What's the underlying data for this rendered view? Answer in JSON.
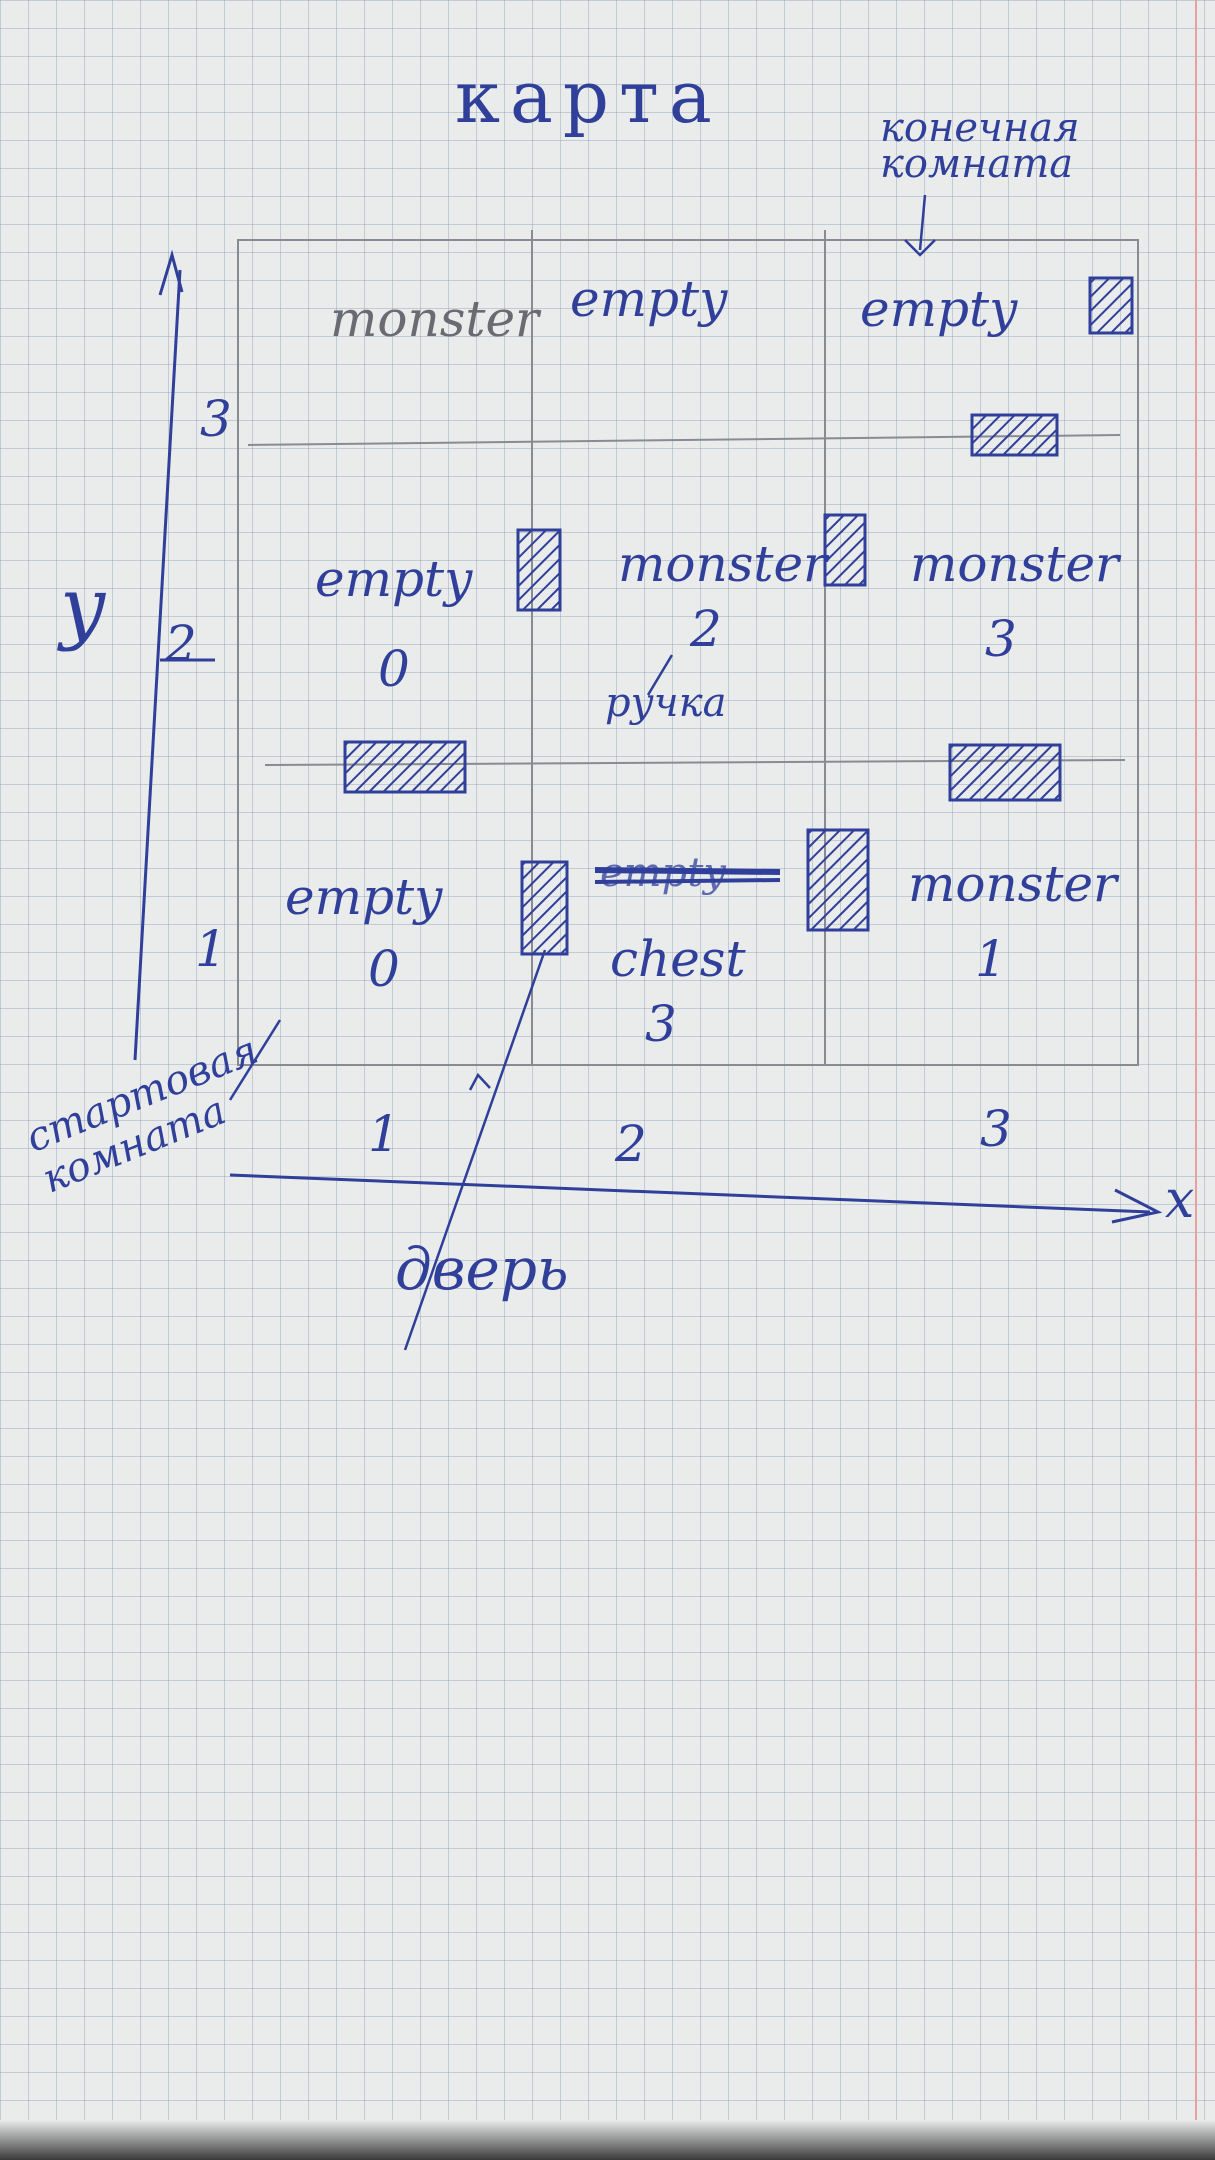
{
  "title": "карта",
  "end_room_label": "конечная комната",
  "start_room_label": "стартовая комната",
  "door_label": "дверь",
  "handle_label": "ручка",
  "y_axis_label": "y",
  "x_axis_label": "x",
  "x_ticks": [
    "1",
    "2",
    "3"
  ],
  "y_ticks": [
    "1",
    "2",
    "3"
  ],
  "rooms": {
    "r3c1": {
      "label": "monster",
      "value": ""
    },
    "r3c2": {
      "label": "empty",
      "value": ""
    },
    "r3c3": {
      "label": "empty",
      "value": ""
    },
    "r2c1": {
      "label": "empty",
      "value": "0"
    },
    "r2c2": {
      "label": "monster",
      "value": "2"
    },
    "r2c3": {
      "label": "monster",
      "value": "3"
    },
    "r1c1": {
      "label": "empty",
      "value": "0"
    },
    "r1c2": {
      "label": "chest",
      "value": "3",
      "crossed_label": "empty"
    },
    "r1c3": {
      "label": "monster",
      "value": "1"
    }
  },
  "colors": {
    "ink": "#2f3f9a",
    "pencil": "#6a6a72",
    "paper": "#e9ecea"
  }
}
